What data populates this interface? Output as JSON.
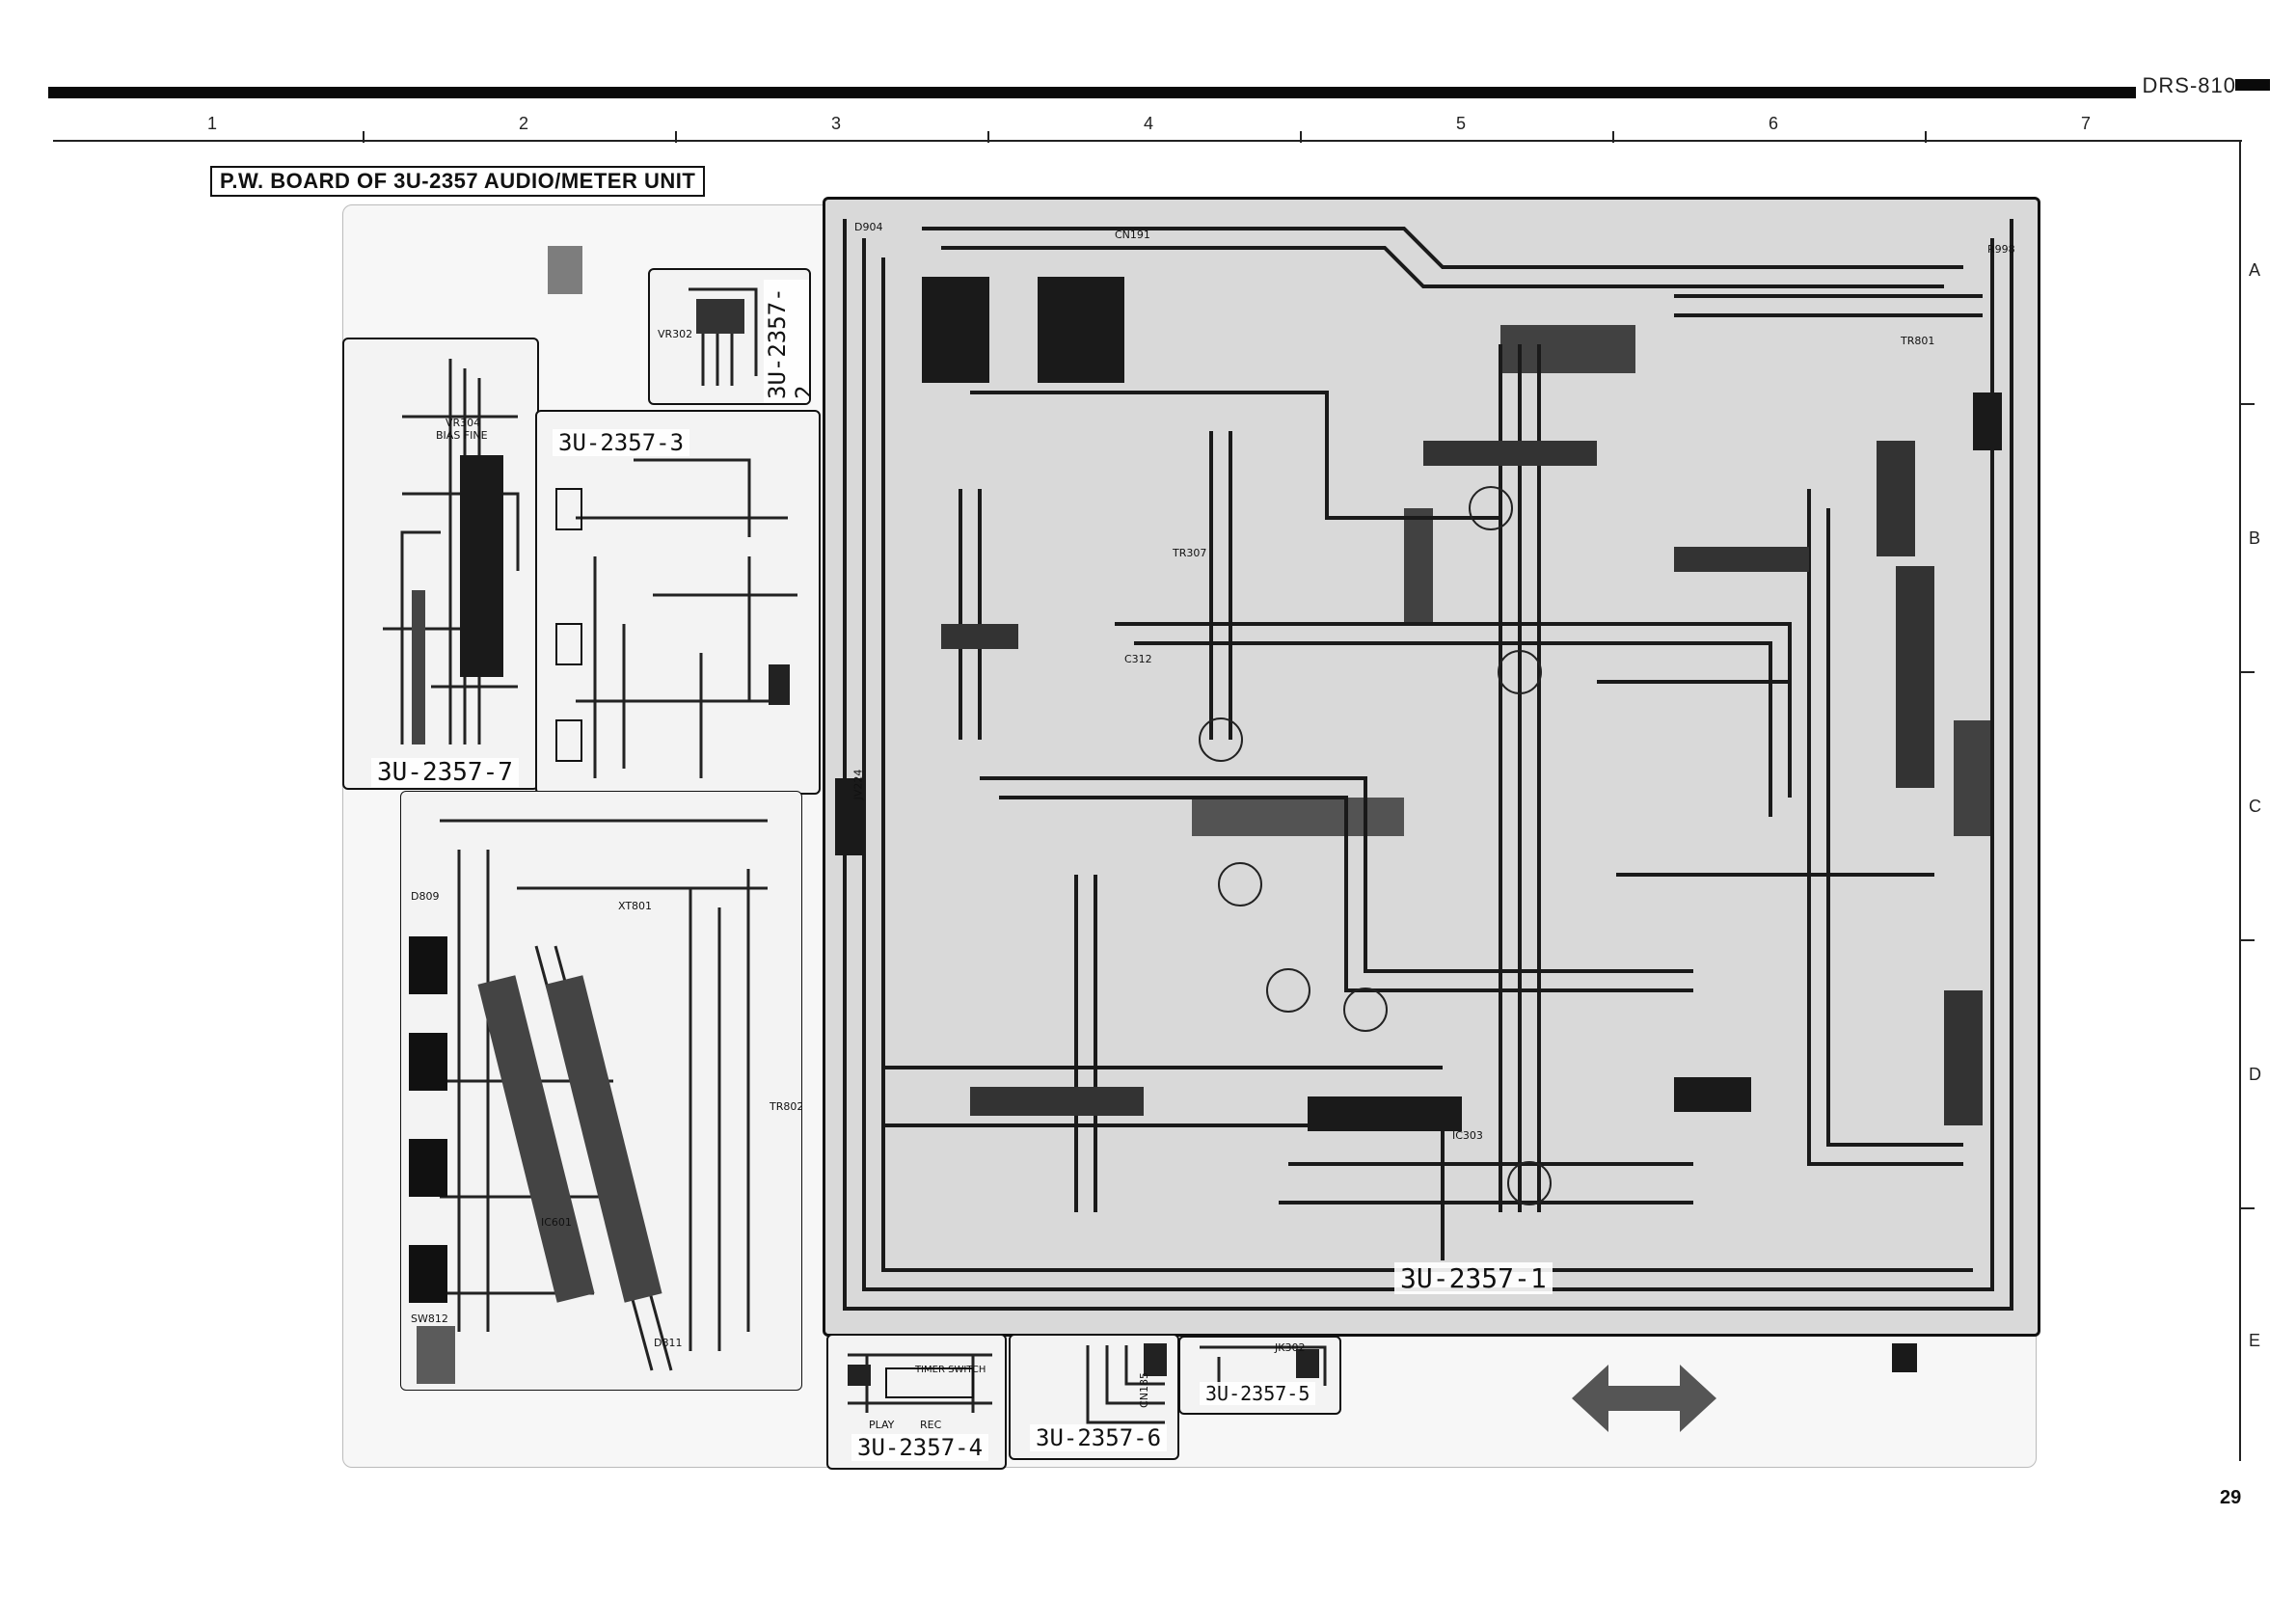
{
  "header": {
    "model": "DRS-810"
  },
  "title": "P.W. BOARD OF 3U-2357 AUDIO/METER UNIT",
  "grid": {
    "columns": [
      "1",
      "2",
      "3",
      "4",
      "5",
      "6",
      "7"
    ],
    "rows": [
      "A",
      "B",
      "C",
      "D",
      "E"
    ]
  },
  "boards": {
    "main": "3U-2357-1",
    "b2": "3U-2357-2",
    "b3": "3U-2357-3",
    "b4": "3U-2357-4",
    "b5": "3U-2357-5",
    "b6": "3U-2357-6",
    "b7": "3U-2357-7"
  },
  "component_labels": {
    "vr304": "VR304",
    "bias_fine": "BIAS FINE",
    "vr302": "VR302",
    "play": "PLAY",
    "rec": "REC",
    "timer_switch": "TIMER SWITCH",
    "jk302": "JK302",
    "cn185": "CN185",
    "r998": "R998",
    "d904": "D904",
    "cn191": "CN191",
    "d809": "D809",
    "sw812": "SW812",
    "xt801": "XT801",
    "tr802": "TR802",
    "ic601": "IC601",
    "d811": "D811",
    "ic303": "IC303",
    "c312": "C312",
    "tr307": "TR307",
    "jv224": "JV224",
    "tr801": "TR801"
  },
  "page_number": "29"
}
